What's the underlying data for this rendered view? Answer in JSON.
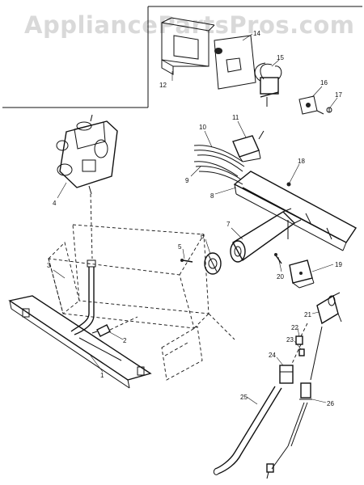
{
  "watermark": "AppliancePartsPros.com",
  "callouts": {
    "c1": "1",
    "c2": "2",
    "c3": "3",
    "c4": "4",
    "c5": "5",
    "c6": "6",
    "c7": "7",
    "c8": "8",
    "c9": "9",
    "c10": "10",
    "c11": "11",
    "c12": "12",
    "c14": "14",
    "c15": "15",
    "c16": "16",
    "c17": "17",
    "c18": "18",
    "c19": "19",
    "c20": "20",
    "c21": "21",
    "c22": "22",
    "c23": "23",
    "c24": "24",
    "c25": "25",
    "c26": "26"
  }
}
